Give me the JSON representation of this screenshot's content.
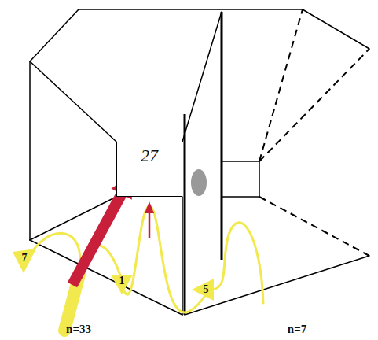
{
  "diagram": {
    "nodes": [
      {
        "text": [
          "27"
        ]
      }
    ],
    "labels": [
      "7",
      "1",
      "5",
      "n=33",
      "n=7"
    ]
  }
}
